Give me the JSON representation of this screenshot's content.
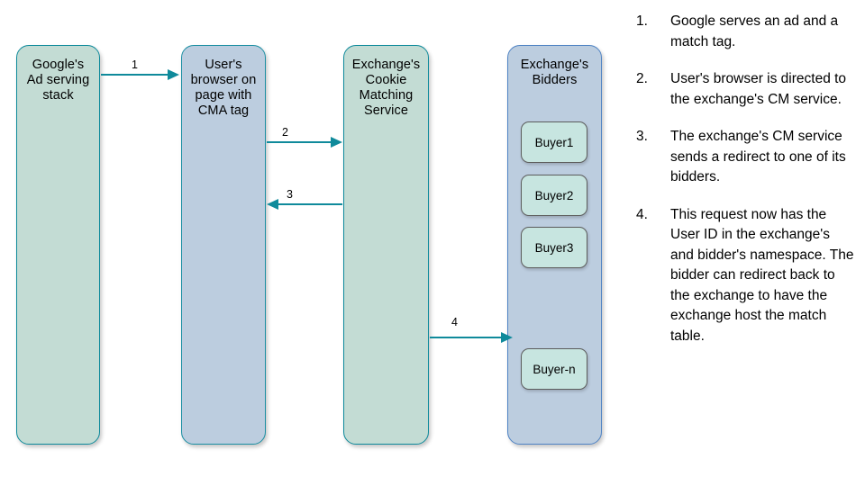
{
  "diagram": {
    "lanes": [
      {
        "id": "google",
        "label": "Google's\nAd serving\nstack"
      },
      {
        "id": "browser",
        "label": "User's\nbrowser on\npage with\nCMA tag"
      },
      {
        "id": "cm",
        "label": "Exchange's\nCookie\nMatching\nService"
      },
      {
        "id": "bidders",
        "label": "Exchange's\nBidders"
      }
    ],
    "buyers": [
      {
        "id": "buyer1",
        "label": "Buyer1"
      },
      {
        "id": "buyer2",
        "label": "Buyer2"
      },
      {
        "id": "buyer3",
        "label": "Buyer3"
      },
      {
        "id": "buyern",
        "label": "Buyer-n"
      }
    ],
    "arrows": [
      {
        "id": "arrow1",
        "label": "1",
        "from": "google",
        "to": "browser",
        "direction": "right"
      },
      {
        "id": "arrow2",
        "label": "2",
        "from": "browser",
        "to": "cm",
        "direction": "right"
      },
      {
        "id": "arrow3",
        "label": "3",
        "from": "cm",
        "to": "browser",
        "direction": "left"
      },
      {
        "id": "arrow4",
        "label": "4",
        "from": "cm",
        "to": "bidders",
        "direction": "right"
      }
    ],
    "colors": {
      "green_fill": "#c3dcd4",
      "blue_fill": "#bccddf",
      "teal_border": "#0e8a9b",
      "blue_border": "#4f83c4",
      "buyer_fill": "#c7e5e0",
      "buyer_border": "#5c5c5c",
      "arrow": "#0f8a9b",
      "background": "#ffffff"
    }
  },
  "steps": [
    {
      "num": "1.",
      "text": "Google serves an ad and a match tag."
    },
    {
      "num": "2.",
      "text": "User's browser is directed to the exchange's CM service."
    },
    {
      "num": "3.",
      "text": "The exchange's CM service sends a redirect to one of its bidders."
    },
    {
      "num": "4.",
      "text": "This request now has the User ID in the exchange's and bidder's namespace. The bidder can redirect back to the exchange to have the exchange host the match table."
    }
  ]
}
